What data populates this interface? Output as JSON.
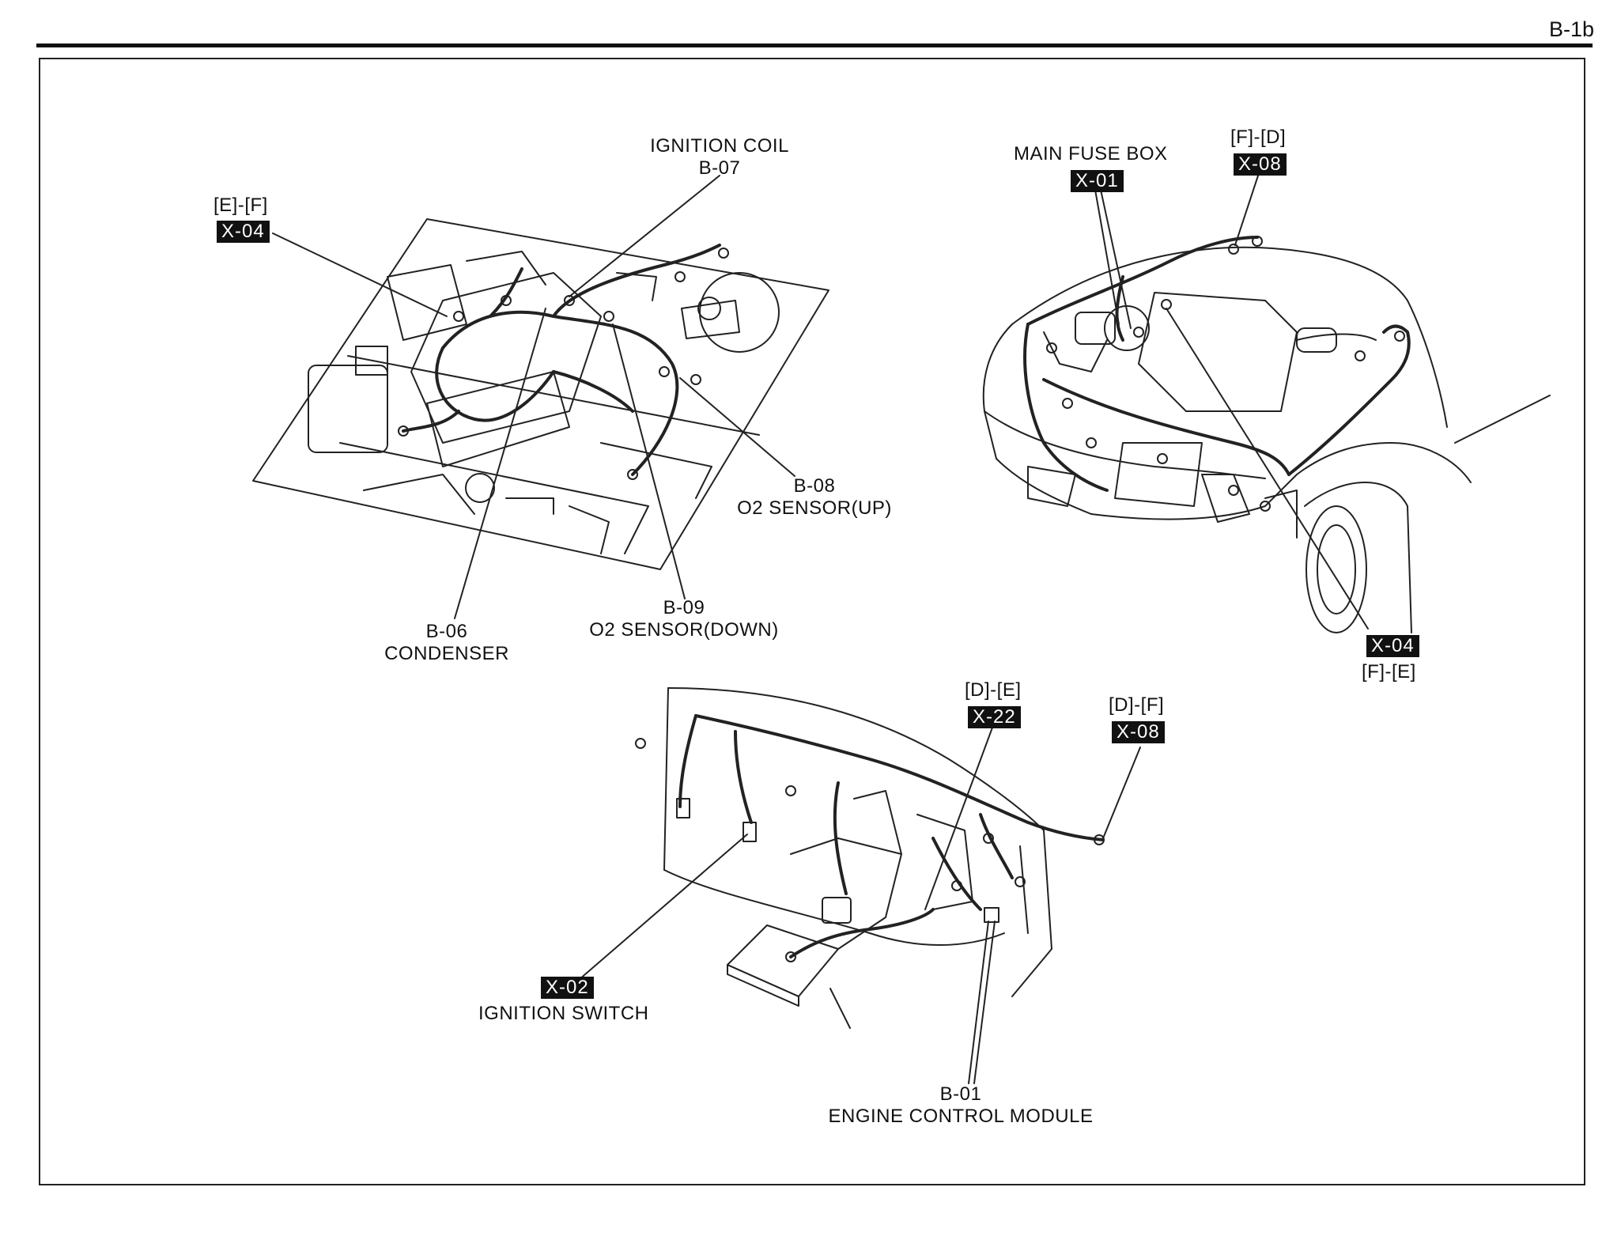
{
  "page": {
    "number": "B-1b"
  },
  "labels": {
    "ignition_coil": {
      "name": "IGNITION COIL",
      "code": "B-07"
    },
    "ef_x04": {
      "route": "[E]-[F]",
      "code": "X-04"
    },
    "o2_up": {
      "code": "B-08",
      "name": "O2 SENSOR(UP)"
    },
    "o2_down": {
      "code": "B-09",
      "name": "O2 SENSOR(DOWN)"
    },
    "condenser": {
      "code": "B-06",
      "name": "CONDENSER"
    },
    "main_fuse_box": {
      "name": "MAIN FUSE BOX",
      "code": "X-01"
    },
    "fd_x08": {
      "route": "[F]-[D]",
      "code": "X-08"
    },
    "fe_x04": {
      "code": "X-04",
      "route": "[F]-[E]"
    },
    "de_x22": {
      "route": "[D]-[E]",
      "code": "X-22"
    },
    "df_x08": {
      "route": "[D]-[F]",
      "code": "X-08"
    },
    "ignition_switch": {
      "code": "X-02",
      "name": "IGNITION SWITCH"
    },
    "ecm": {
      "code": "B-01",
      "name": "ENGINE CONTROL MODULE"
    }
  }
}
